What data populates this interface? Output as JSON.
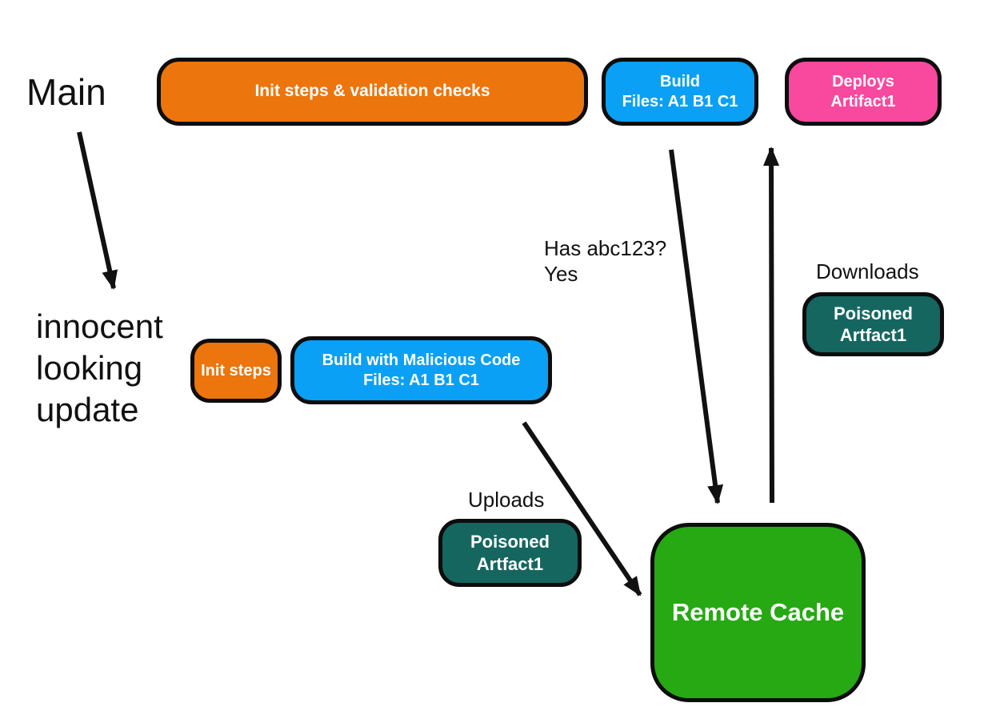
{
  "diagram": {
    "title_labels": {
      "main": "Main",
      "innocent_line1": "innocent",
      "innocent_line2": "looking",
      "innocent_line3": "update"
    },
    "annotations": {
      "has_hash_line1": "Has abc123?",
      "has_hash_line2": "Yes",
      "downloads": "Downloads",
      "uploads": "Uploads"
    },
    "nodes": {
      "init_validation": {
        "label": "Init steps & validation checks"
      },
      "build_main": {
        "line1": "Build",
        "line2": "Files: A1 B1 C1"
      },
      "deploys_artifact": {
        "line1": "Deploys",
        "line2": "Artifact1"
      },
      "init_steps": {
        "label": "Init steps"
      },
      "build_malicious": {
        "line1": "Build with Malicious Code",
        "line2": "Files: A1 B1 C1"
      },
      "poisoned_upload": {
        "line1": "Poisoned",
        "line2": "Artfact1"
      },
      "poisoned_download": {
        "line1": "Poisoned",
        "line2": "Artfact1"
      },
      "remote_cache": {
        "label": "Remote Cache"
      }
    },
    "colors": {
      "orange": "#EC750D",
      "blue": "#0AA0F5",
      "pink": "#F9499F",
      "teal": "#166660",
      "green": "#26A913",
      "arrow": "#111111"
    }
  }
}
